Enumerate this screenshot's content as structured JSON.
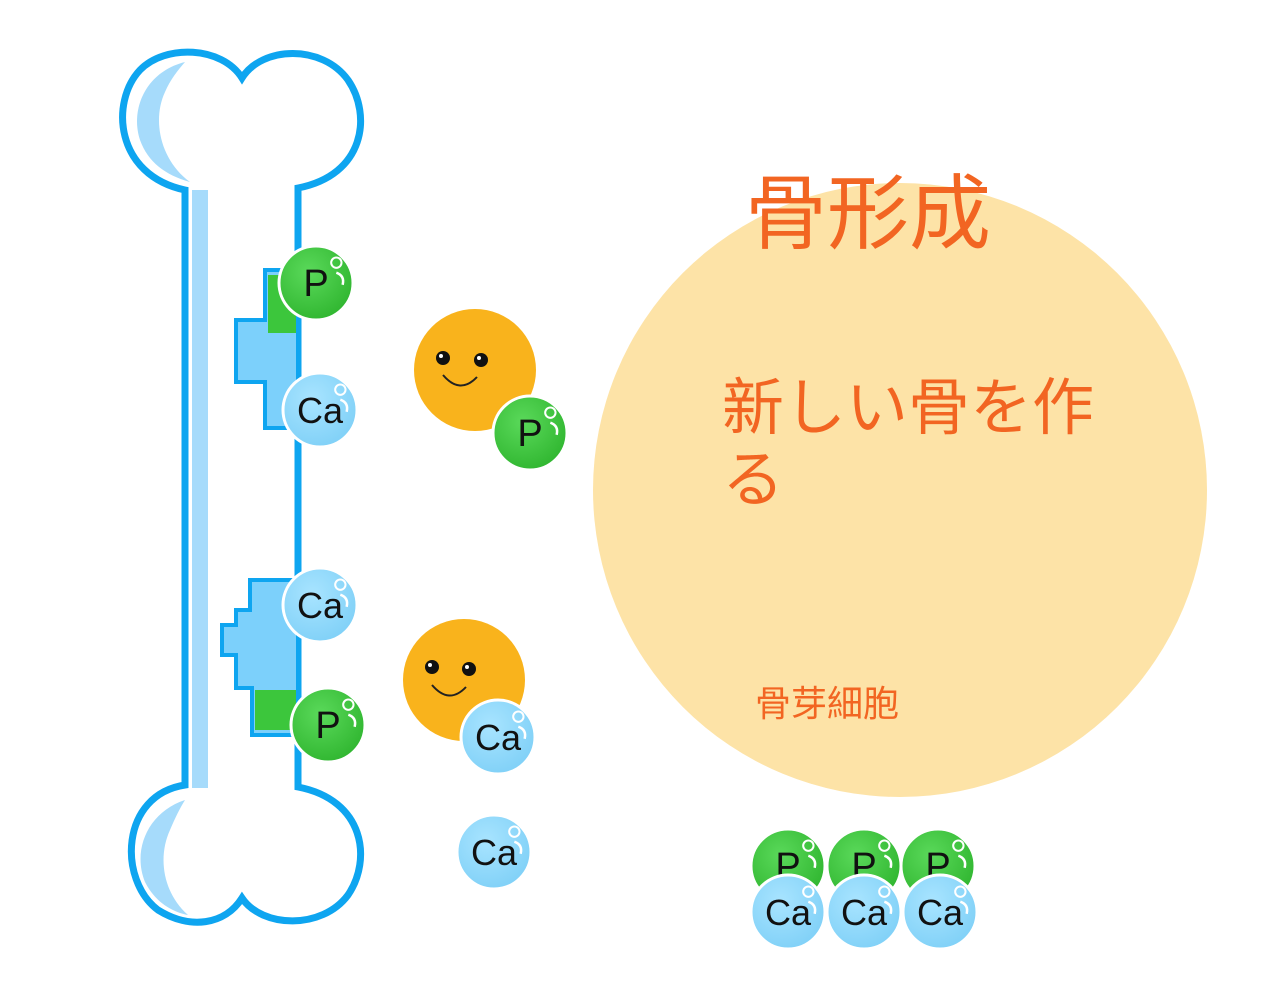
{
  "diagram": {
    "title": "骨形成",
    "description": "新しい骨を作る",
    "cell_label": "骨芽細胞",
    "atoms": {
      "phosphorus": "P",
      "calcium": "Ca"
    },
    "colors": {
      "title_text": "#f26522",
      "cell_circle": "#fde3a7",
      "osteoblast": "#f9b31c",
      "bone_outline": "#0ea5f0",
      "bone_fill": "#ffffff",
      "bone_shadow": "#9ed8fb",
      "new_bone": "#7cd0fb",
      "phosphorus_ball": "#3cc63c",
      "calcium_ball": "#8fd9fb"
    }
  }
}
